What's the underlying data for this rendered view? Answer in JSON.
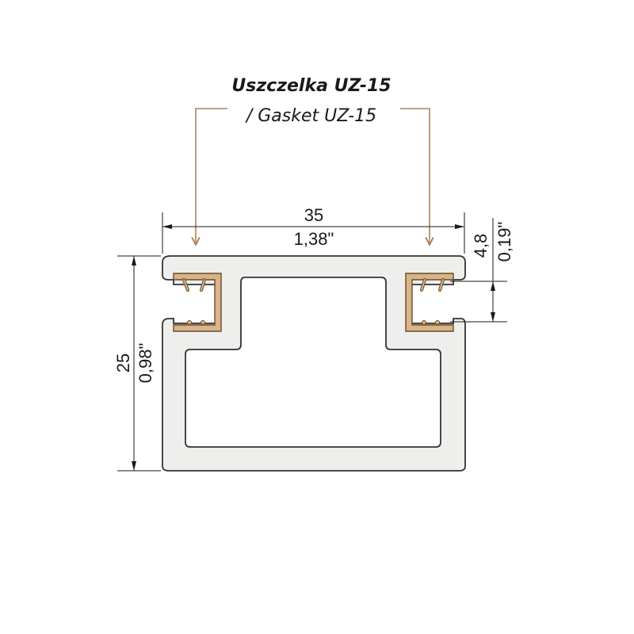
{
  "labels": {
    "title_pl": "Uszczelka UZ-15",
    "title_en": "/ Gasket UZ-15"
  },
  "dimensions": {
    "width_mm": "35",
    "width_in": "1,38\"",
    "height_mm": "25",
    "height_in": "0,98\"",
    "groove_mm": "4,8",
    "groove_in": "0,19\""
  },
  "colors": {
    "profile_fill": "#eeeeec",
    "profile_stroke": "#333333",
    "gasket_fill": "#d8b48a",
    "gasket_stroke": "#6b4a28",
    "leader": "#b08058",
    "dim_line": "#1a1a1a"
  }
}
